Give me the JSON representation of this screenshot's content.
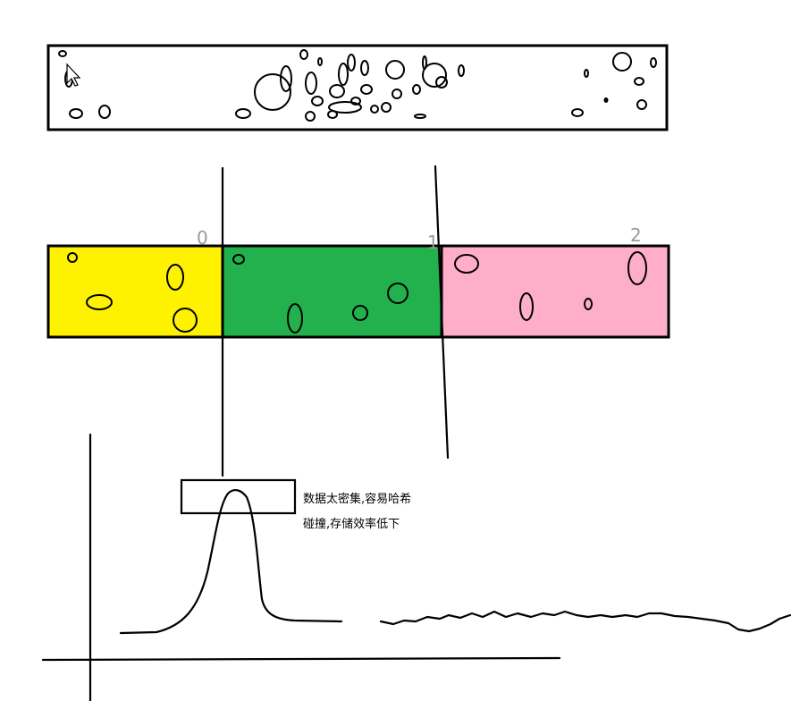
{
  "annotation": {
    "line1": "数据太密集,容易哈希",
    "line2": "碰撞,存储效率低下"
  },
  "partition_labels": {
    "p0": "0",
    "p1": "1",
    "p2": "2"
  },
  "segment_colors": {
    "segment_0": "#fff200",
    "segment_1": "#22b14c",
    "segment_2": "#ffaec9"
  }
}
